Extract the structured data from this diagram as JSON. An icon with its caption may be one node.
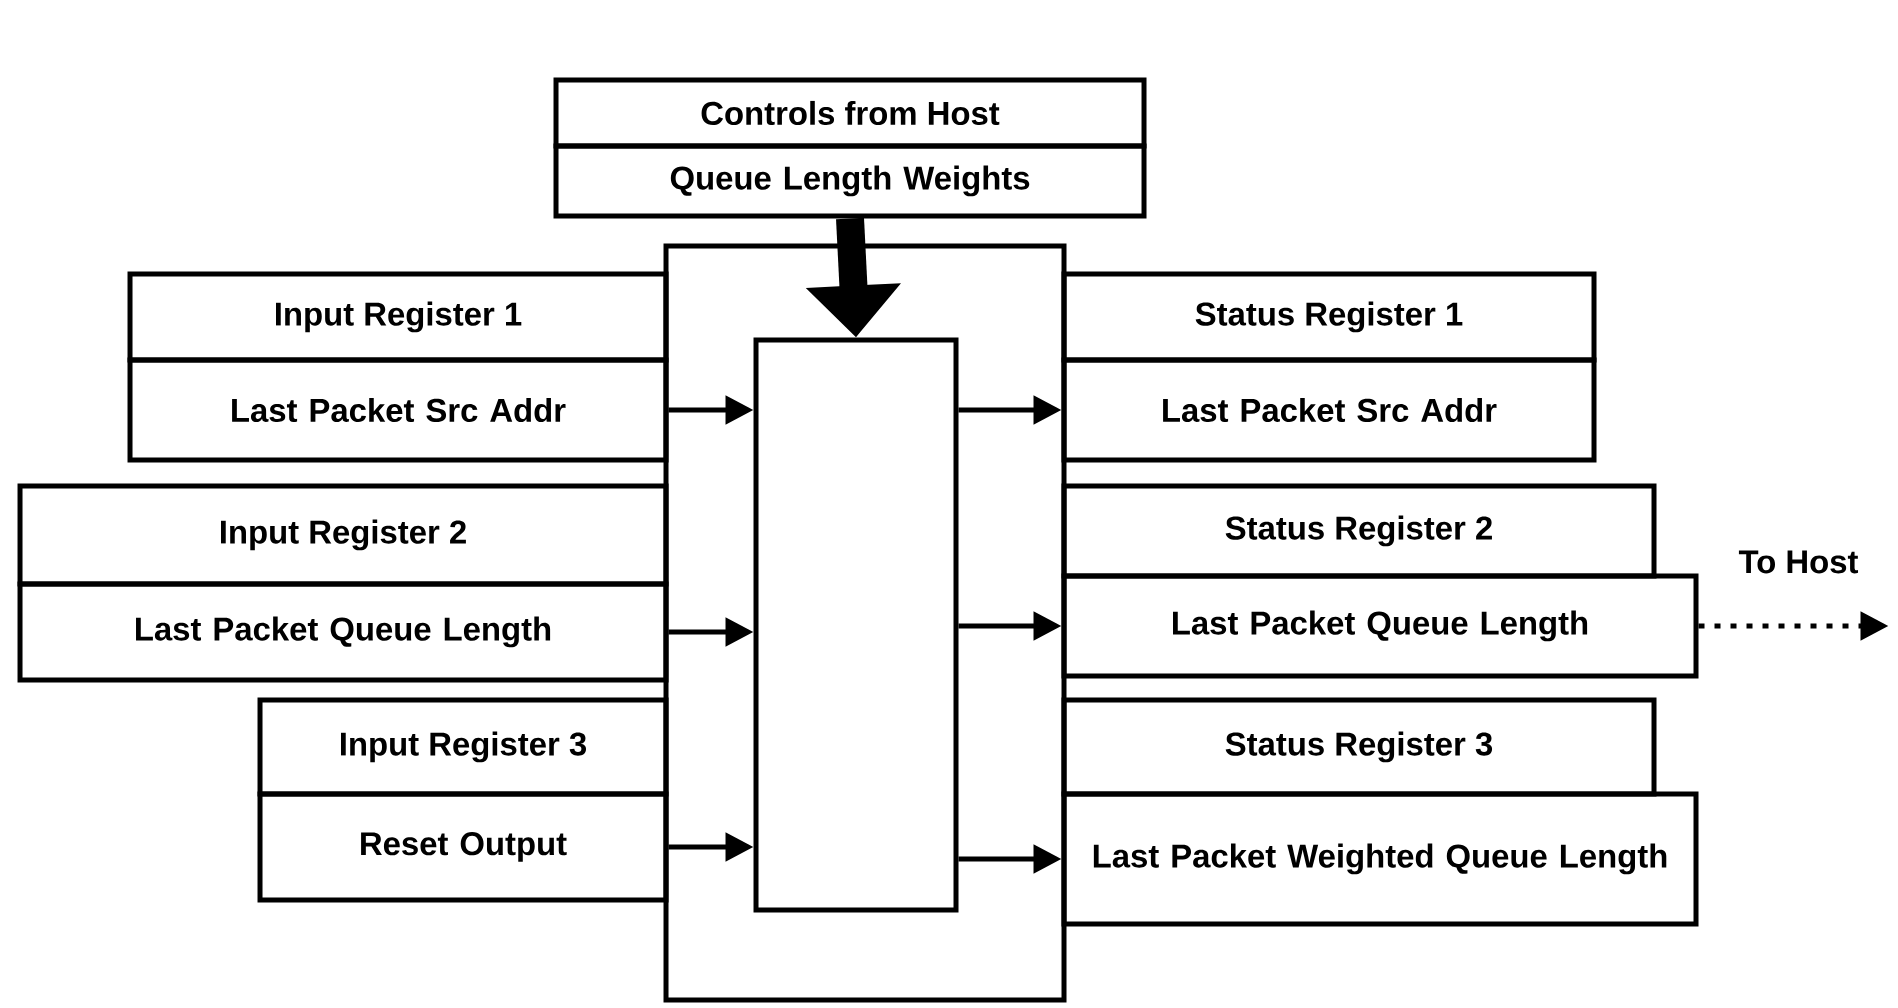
{
  "diagram": {
    "nodes": [
      {
        "text": [
          "Controls from Host",
          "Queue Length Weights"
        ]
      },
      {
        "text": [],
        "shape": "box"
      },
      {
        "text": [],
        "shape": "box",
        "in": 1
      },
      {
        "text": [
          "Input Register 1",
          "Last Packet Src Addr"
        ]
      },
      {
        "text": [
          "Status Register 1",
          "Last Packet Src Addr"
        ]
      },
      {
        "text": [
          "Input Register 2",
          "Last Packet Queue Length"
        ]
      },
      {
        "text": [
          "Status Register 2",
          "Last Packet Queue Length"
        ]
      },
      {
        "text": [
          "Input Register 3",
          "Reset Output"
        ]
      },
      {
        "text": [
          "Status Register 3",
          "Last Packet Weighted Queue Length"
        ]
      }
    ],
    "edges": [
      {
        "from": 0,
        "to": 2,
        "arrow": "to",
        "style": "thick"
      },
      {
        "from": 3,
        "to": 2,
        "arrow": "to"
      },
      {
        "from": 5,
        "to": 2,
        "arrow": "to"
      },
      {
        "from": 7,
        "to": 2,
        "arrow": "to"
      },
      {
        "from": 2,
        "to": 4,
        "arrow": "to"
      },
      {
        "from": 2,
        "to": 6,
        "arrow": "to"
      },
      {
        "from": 2,
        "to": 8,
        "arrow": "to"
      },
      {
        "from": 6,
        "to": null,
        "arrow": "to",
        "style": "dashed",
        "label": "To Host"
      }
    ]
  }
}
